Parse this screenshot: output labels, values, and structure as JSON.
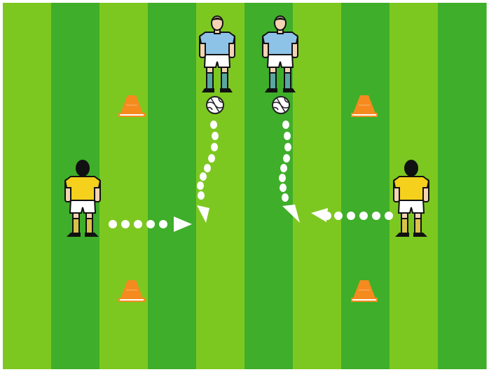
{
  "pitch": {
    "stripe_count": 10,
    "light_stripe_color": "#7dc820",
    "dark_stripe_color": "#3fae2a",
    "border_color": "#ffffff"
  },
  "cones": {
    "count": 4,
    "color": "#f58a1f",
    "base_color": "#ffffff"
  },
  "balls": {
    "count": 2,
    "color": "#ffffff",
    "outline_color": "#222222"
  },
  "players": {
    "blue_team": {
      "count": 2,
      "shirt_color": "#8ec3e8",
      "shorts_color": "#ffffff",
      "socks_color": "#5aa6a0",
      "boots_color": "#111111"
    },
    "yellow_team": {
      "count": 2,
      "shirt_color": "#f5d01c",
      "shorts_color": "#ffffff",
      "socks_color": "#d9c24a",
      "boots_color": "#111111"
    }
  },
  "runs": {
    "count": 4,
    "dot_color": "#ffffff",
    "style": "dotted arrow"
  }
}
